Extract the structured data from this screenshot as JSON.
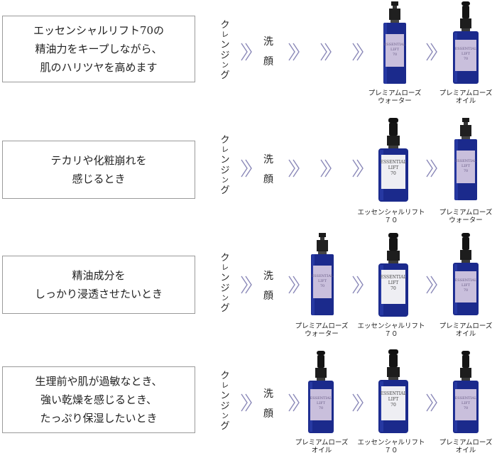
{
  "labels": {
    "cleansing": [
      "ク",
      "レ",
      "ン",
      "ジ",
      "ン",
      "グ"
    ],
    "wash": [
      "洗",
      "顔"
    ]
  },
  "products": {
    "water": [
      "プレミアムローズ",
      "ウォーター"
    ],
    "oil": [
      "プレミアムローズ",
      "オイル"
    ],
    "lift": [
      "エッセンシャルリフト",
      "７０"
    ]
  },
  "bottle_label": {
    "line1": "ESSENTIAL",
    "line2": "LIFT",
    "line3": "70"
  },
  "rows": [
    {
      "situation": [
        "エッセンシャルリフト70の",
        "精油力をキープしながら、",
        "肌のハリツヤを高めます"
      ]
    },
    {
      "situation": [
        "テカリや化粧崩れを",
        "感じるとき"
      ]
    },
    {
      "situation": [
        "精油成分を",
        "しっかり浸透させたいとき"
      ]
    },
    {
      "situation": [
        "生理前や肌が過敏なとき、",
        "強い乾燥を感じるとき、",
        "たっぷり保湿したいとき"
      ]
    }
  ],
  "colors": {
    "border": "#9a9a9a",
    "chevron": "#8a88b8",
    "bottle_blue": "#1b2a8c",
    "label_lilac": "#c9bfdc"
  }
}
